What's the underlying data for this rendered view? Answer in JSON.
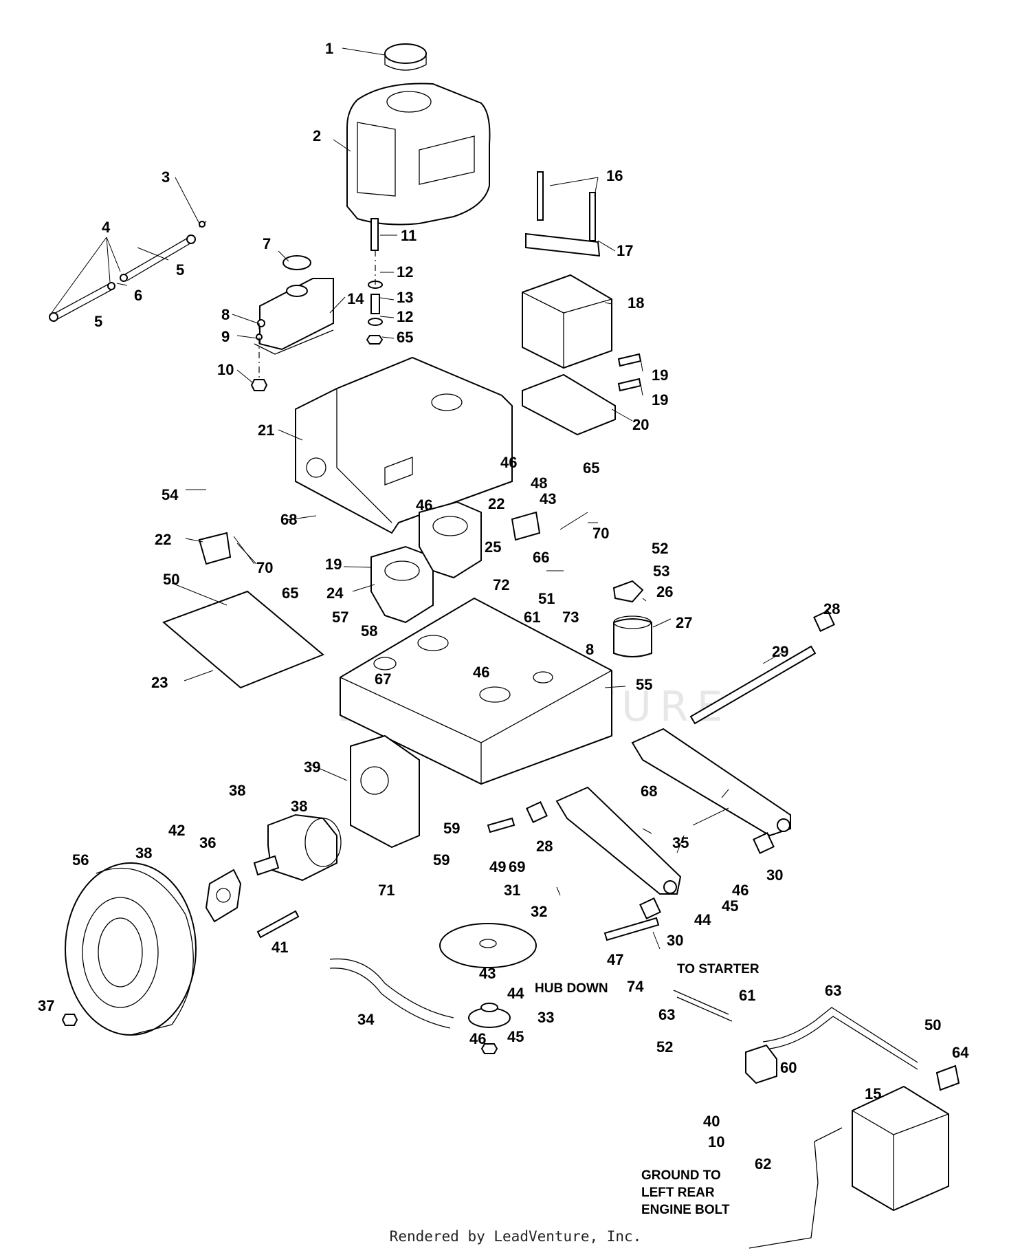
{
  "diagram": {
    "callouts": [
      {
        "id": "c1",
        "text": "1"
      },
      {
        "id": "c2",
        "text": "2"
      },
      {
        "id": "c3",
        "text": "3"
      },
      {
        "id": "c4",
        "text": "4"
      },
      {
        "id": "c5a",
        "text": "5"
      },
      {
        "id": "c5b",
        "text": "5"
      },
      {
        "id": "c6",
        "text": "6"
      },
      {
        "id": "c7",
        "text": "7"
      },
      {
        "id": "c8a",
        "text": "8"
      },
      {
        "id": "c8b",
        "text": "8"
      },
      {
        "id": "c9",
        "text": "9"
      },
      {
        "id": "c10a",
        "text": "10"
      },
      {
        "id": "c10b",
        "text": "10"
      },
      {
        "id": "c11",
        "text": "11"
      },
      {
        "id": "c12a",
        "text": "12"
      },
      {
        "id": "c12b",
        "text": "12"
      },
      {
        "id": "c13",
        "text": "13"
      },
      {
        "id": "c14",
        "text": "14"
      },
      {
        "id": "c15",
        "text": "15"
      },
      {
        "id": "c16",
        "text": "16"
      },
      {
        "id": "c17",
        "text": "17"
      },
      {
        "id": "c18",
        "text": "18"
      },
      {
        "id": "c19a",
        "text": "19"
      },
      {
        "id": "c19b",
        "text": "19"
      },
      {
        "id": "c19c",
        "text": "19"
      },
      {
        "id": "c20",
        "text": "20"
      },
      {
        "id": "c21",
        "text": "21"
      },
      {
        "id": "c22a",
        "text": "22"
      },
      {
        "id": "c22b",
        "text": "22"
      },
      {
        "id": "c23",
        "text": "23"
      },
      {
        "id": "c24",
        "text": "24"
      },
      {
        "id": "c25",
        "text": "25"
      },
      {
        "id": "c26",
        "text": "26"
      },
      {
        "id": "c27",
        "text": "27"
      },
      {
        "id": "c28a",
        "text": "28"
      },
      {
        "id": "c28b",
        "text": "28"
      },
      {
        "id": "c29",
        "text": "29"
      },
      {
        "id": "c30a",
        "text": "30"
      },
      {
        "id": "c30b",
        "text": "30"
      },
      {
        "id": "c31",
        "text": "31"
      },
      {
        "id": "c32",
        "text": "32"
      },
      {
        "id": "c33",
        "text": "33"
      },
      {
        "id": "c34",
        "text": "34"
      },
      {
        "id": "c35",
        "text": "35"
      },
      {
        "id": "c36",
        "text": "36"
      },
      {
        "id": "c37",
        "text": "37"
      },
      {
        "id": "c38a",
        "text": "38"
      },
      {
        "id": "c38b",
        "text": "38"
      },
      {
        "id": "c38c",
        "text": "38"
      },
      {
        "id": "c39",
        "text": "39"
      },
      {
        "id": "c40",
        "text": "40"
      },
      {
        "id": "c41",
        "text": "41"
      },
      {
        "id": "c42",
        "text": "42"
      },
      {
        "id": "c43a",
        "text": "43"
      },
      {
        "id": "c43b",
        "text": "43"
      },
      {
        "id": "c44a",
        "text": "44"
      },
      {
        "id": "c44b",
        "text": "44"
      },
      {
        "id": "c45a",
        "text": "45"
      },
      {
        "id": "c45b",
        "text": "45"
      },
      {
        "id": "c46a",
        "text": "46"
      },
      {
        "id": "c46b",
        "text": "46"
      },
      {
        "id": "c46c",
        "text": "46"
      },
      {
        "id": "c46d",
        "text": "46"
      },
      {
        "id": "c46e",
        "text": "46"
      },
      {
        "id": "c47",
        "text": "47"
      },
      {
        "id": "c48",
        "text": "48"
      },
      {
        "id": "c49",
        "text": "49"
      },
      {
        "id": "c50a",
        "text": "50"
      },
      {
        "id": "c50b",
        "text": "50"
      },
      {
        "id": "c51",
        "text": "51"
      },
      {
        "id": "c52a",
        "text": "52"
      },
      {
        "id": "c52b",
        "text": "52"
      },
      {
        "id": "c53",
        "text": "53"
      },
      {
        "id": "c54",
        "text": "54"
      },
      {
        "id": "c55",
        "text": "55"
      },
      {
        "id": "c56",
        "text": "56"
      },
      {
        "id": "c57",
        "text": "57"
      },
      {
        "id": "c58",
        "text": "58"
      },
      {
        "id": "c59a",
        "text": "59"
      },
      {
        "id": "c59b",
        "text": "59"
      },
      {
        "id": "c60",
        "text": "60"
      },
      {
        "id": "c61a",
        "text": "61"
      },
      {
        "id": "c61b",
        "text": "61"
      },
      {
        "id": "c62",
        "text": "62"
      },
      {
        "id": "c63a",
        "text": "63"
      },
      {
        "id": "c63b",
        "text": "63"
      },
      {
        "id": "c64",
        "text": "64"
      },
      {
        "id": "c65a",
        "text": "65"
      },
      {
        "id": "c65b",
        "text": "65"
      },
      {
        "id": "c65c",
        "text": "65"
      },
      {
        "id": "c66",
        "text": "66"
      },
      {
        "id": "c67",
        "text": "67"
      },
      {
        "id": "c68a",
        "text": "68"
      },
      {
        "id": "c68b",
        "text": "68"
      },
      {
        "id": "c69",
        "text": "69"
      },
      {
        "id": "c70a",
        "text": "70"
      },
      {
        "id": "c70b",
        "text": "70"
      },
      {
        "id": "c71",
        "text": "71"
      },
      {
        "id": "c72",
        "text": "72"
      },
      {
        "id": "c73",
        "text": "73"
      },
      {
        "id": "c74",
        "text": "74"
      }
    ],
    "notes": {
      "to_starter": "TO STARTER",
      "hub_down": "HUB DOWN",
      "ground_line1": "GROUND TO",
      "ground_line2": "LEFT REAR",
      "ground_line3": "ENGINE BOLT"
    },
    "watermark": "LEADVENTURE",
    "footer": "Rendered by LeadVenture, Inc."
  }
}
